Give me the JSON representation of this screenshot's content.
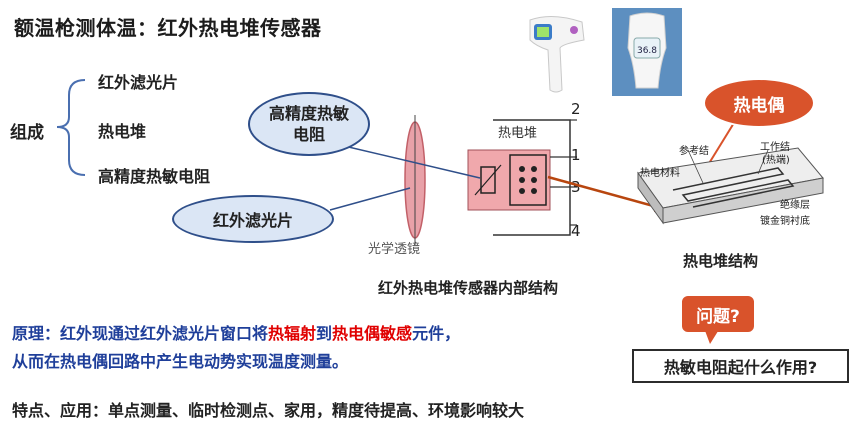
{
  "title": "额温枪测体温：红外热电堆传感器",
  "composition": {
    "label": "组成",
    "items": [
      "红外滤光片",
      "热电堆",
      "高精度热敏电阻"
    ]
  },
  "callouts": {
    "thermistor": "高精度热敏电阻",
    "filter": "红外滤光片",
    "thermocouple": "热电偶",
    "question": "问题?"
  },
  "diagram": {
    "lens_label": "光学透镜",
    "thermopile_label": "热电堆",
    "pins": [
      "2",
      "1",
      "3",
      "4"
    ],
    "caption": "红外热电堆传感器内部结构"
  },
  "structure": {
    "caption": "热电堆结构",
    "labels": [
      "参考结",
      "工作结",
      "(热端)",
      "热电材料",
      "绝缘层",
      "镀金铜衬底"
    ]
  },
  "principle": {
    "line1_parts": [
      "原理：红外现通过红外滤光片窗口将",
      "热辐射",
      "到",
      "热电偶敏感",
      "元件，"
    ],
    "line2": "从而在热电偶回路中产生电动势实现温度测量。"
  },
  "features": "特点、应用：单点测量、临时检测点、家用，精度待提高、环境影响较大",
  "question_text": "热敏电阻起什么作用?",
  "colors": {
    "accent_orange": "#d9532b",
    "principle_blue": "#1f3f9a",
    "emphasis_red": "#e00000",
    "callout_fill": "#dbe6f5"
  }
}
